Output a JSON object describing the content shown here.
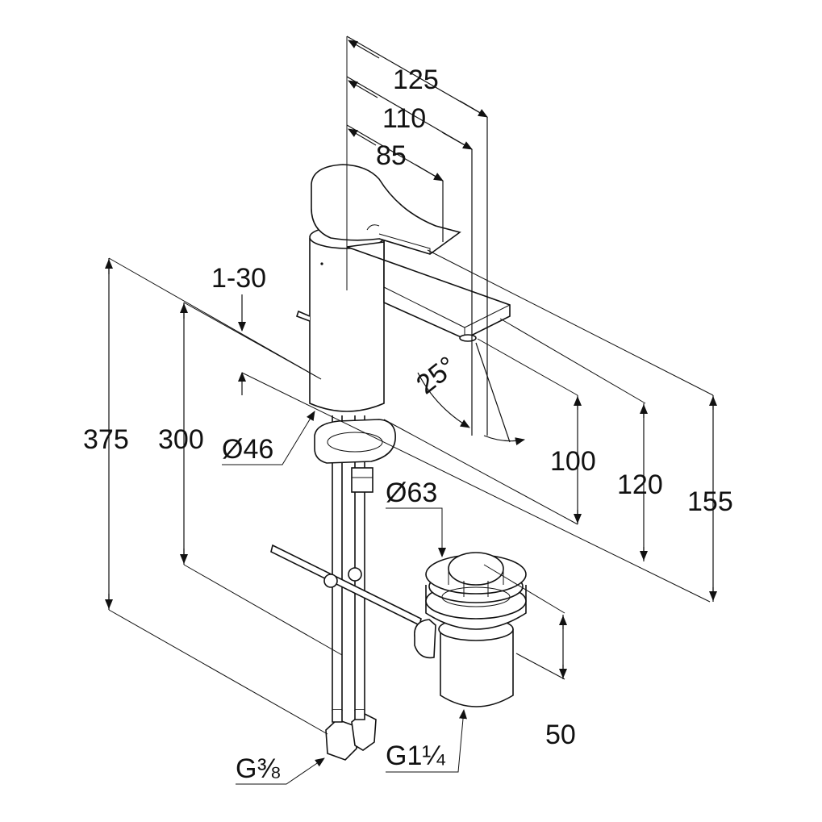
{
  "title": "Basin mixer dimension drawing",
  "dimensions": {
    "d125": "125",
    "d110": "110",
    "d85": "85",
    "d1_30": "1-30",
    "d375": "375",
    "d300": "300",
    "dia46": "Ø46",
    "angle": "25°",
    "dia63": "Ø63",
    "d100": "100",
    "d120": "120",
    "d155": "155",
    "d50": "50",
    "g38": "G⅜",
    "g114": "G1¼"
  },
  "colors": {
    "line": "#111111",
    "background": "#ffffff"
  }
}
